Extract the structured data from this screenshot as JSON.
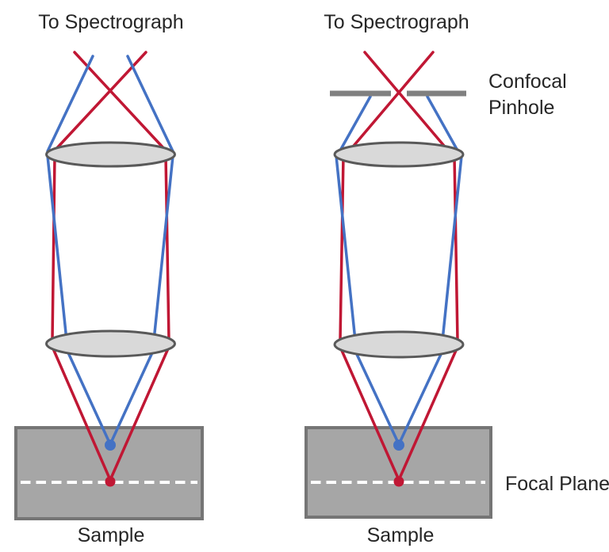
{
  "colors": {
    "ray_red": "#C01734",
    "ray_blue": "#4472C4",
    "lens_fill": "#D9D9D9",
    "lens_stroke": "#595959",
    "sample_fill": "#A6A6A6",
    "sample_stroke": "#757575",
    "pinhole_bar": "#808080",
    "focal_dash": "#FFFFFF",
    "text_color": "#262626",
    "background": "#FFFFFF"
  },
  "left_diagram": {
    "title": "To Spectrograph",
    "sample_label": "Sample"
  },
  "right_diagram": {
    "title": "To Spectrograph",
    "pinhole_label": [
      "Confocal",
      "Pinhole"
    ],
    "focal_plane_label": "Focal Plane",
    "sample_label": "Sample"
  }
}
